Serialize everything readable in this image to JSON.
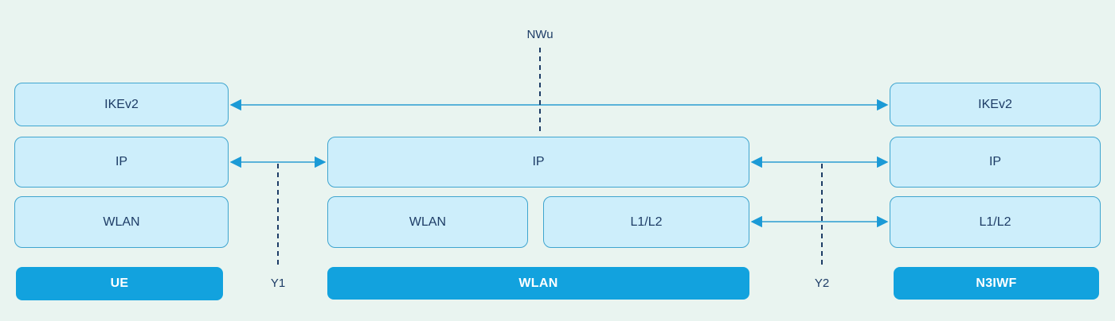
{
  "diagram": {
    "stacks": [
      {
        "entity": "UE",
        "layers": [
          "IKEv2",
          "IP",
          "WLAN"
        ]
      },
      {
        "entity": "WLAN",
        "layers": [
          "IP",
          "WLAN",
          "L1/L2"
        ]
      },
      {
        "entity": "N3IWF",
        "layers": [
          "IKEv2",
          "IP",
          "L1/L2"
        ]
      }
    ],
    "interfaces": [
      {
        "label": "NWu"
      },
      {
        "label": "Y1"
      },
      {
        "label": "Y2"
      }
    ],
    "colors": {
      "background": "#e9f4f0",
      "layer_box_fill": "#cdeefb",
      "layer_box_border": "#3fa5cf",
      "entity_label_fill": "#12a2de",
      "entity_label_text": "#ffffff",
      "layer_text": "#1d3c66",
      "arrow": "#2b9cd1",
      "arrowhead": "#1b9ad6",
      "dashed_line": "#1d3c66"
    }
  }
}
